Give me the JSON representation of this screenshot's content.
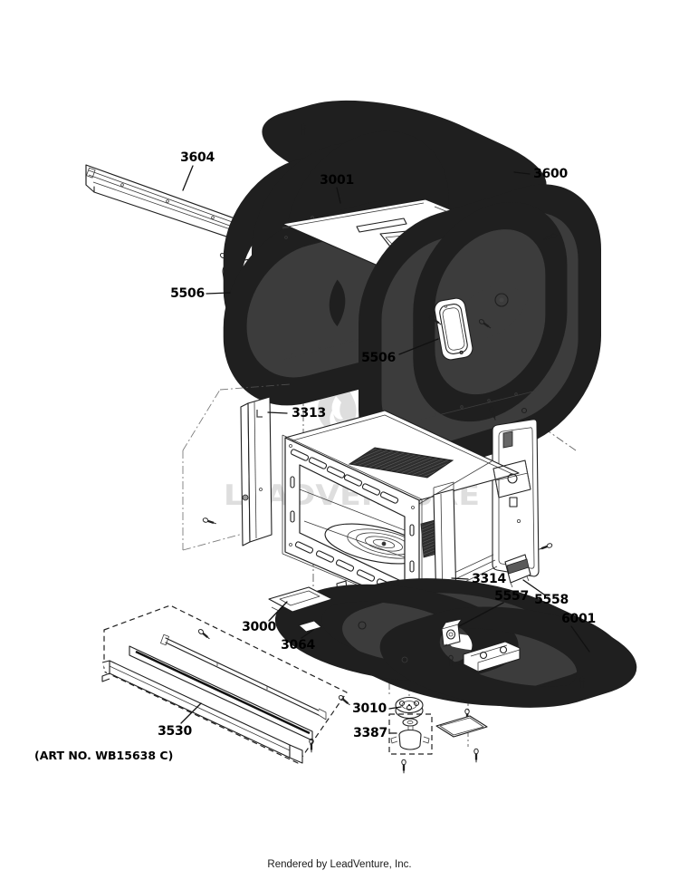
{
  "page": {
    "art_no": "(ART NO. WB15638 C)",
    "credit": "Rendered by LeadVenture, Inc.",
    "background_color": "#ffffff",
    "line_color": "#1f1f1f"
  },
  "watermark": {
    "text": "LEADVENTURE",
    "icon": "leadventure-flame-logo",
    "color": "#dedede"
  },
  "labels": [
    {
      "part_number": "3604",
      "position": "top-left-trim-bracket"
    },
    {
      "part_number": "3600",
      "position": "top-outer-panel"
    },
    {
      "part_number": "3001",
      "position": "case-wrapper"
    },
    {
      "part_number": "5506",
      "position": "left-side-cover"
    },
    {
      "part_number": "5506",
      "position": "right-side-cover"
    },
    {
      "part_number": "3313",
      "position": "left-mounting-bracket"
    },
    {
      "part_number": "3314",
      "position": "vertical-air-duct"
    },
    {
      "part_number": "5557",
      "position": "duct-support-bracket"
    },
    {
      "part_number": "5558",
      "position": "side-clip-bracket"
    },
    {
      "part_number": "6001",
      "position": "base-plate"
    },
    {
      "part_number": "3000",
      "position": "bottom-access-panel"
    },
    {
      "part_number": "3064",
      "position": "small-pad"
    },
    {
      "part_number": "3010",
      "position": "turntable-coupler"
    },
    {
      "part_number": "3387",
      "position": "turntable-motor"
    },
    {
      "part_number": "3530",
      "position": "vent-grille-assembly"
    }
  ]
}
